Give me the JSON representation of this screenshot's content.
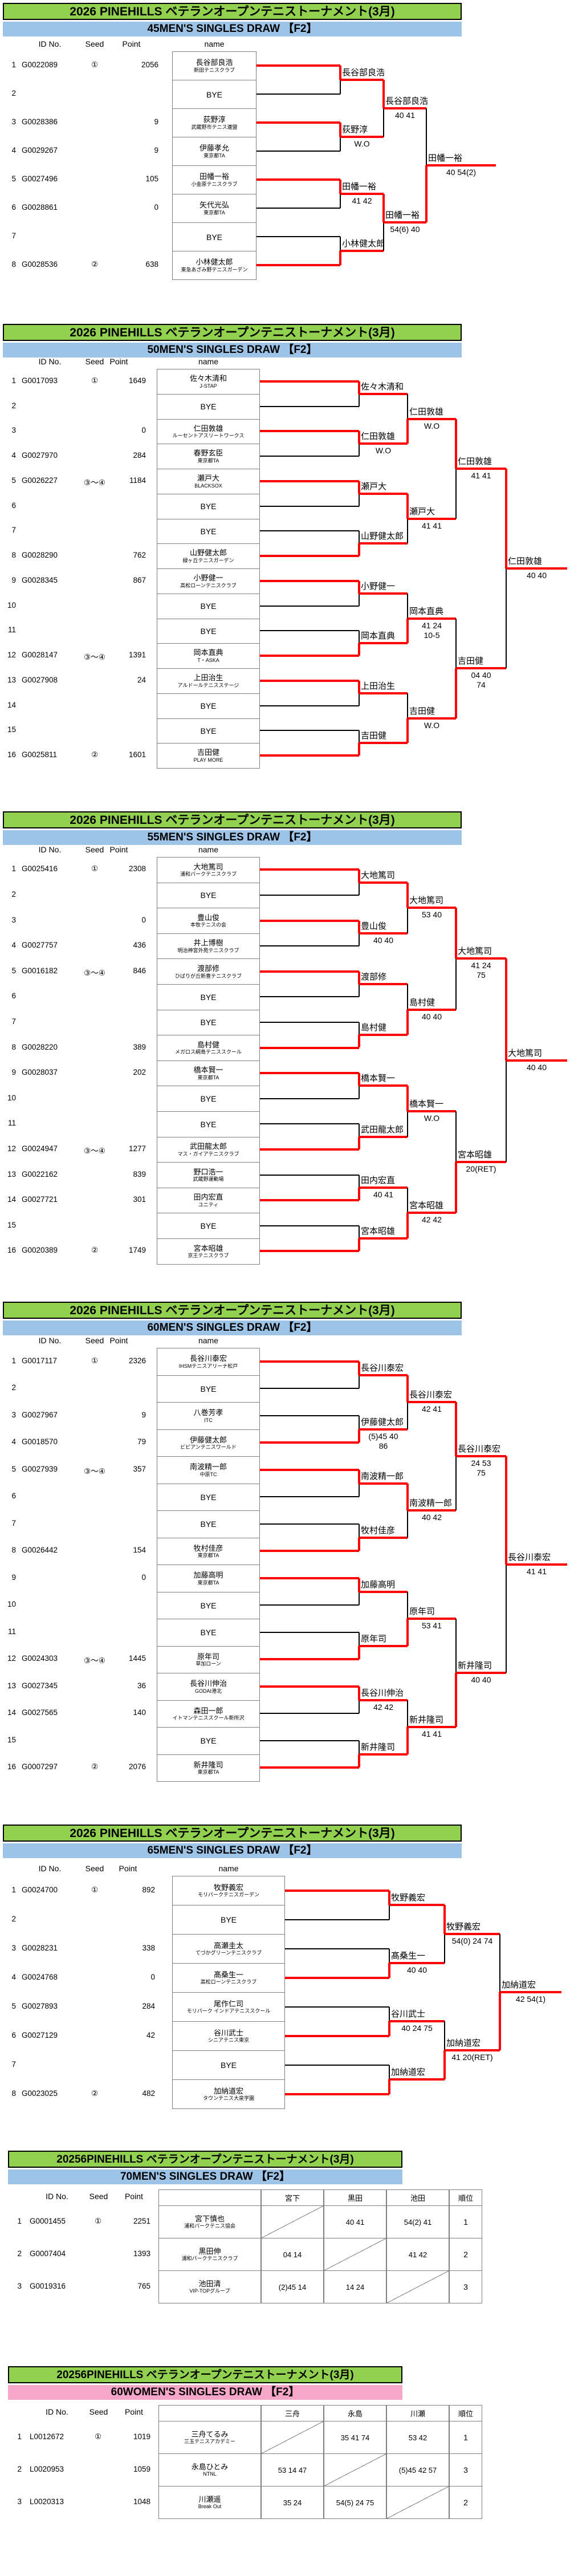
{
  "tournament": {
    "title_2026": "2026 PINEHILLS ベテランオープンテニストーナメント(3月)",
    "title_2025": "20256PINEHILLS ベテランオープンテニストーナメント(3月)"
  },
  "columns": {
    "id": "ID No.",
    "seed": "Seed",
    "point": "Point",
    "name": "name",
    "rank": "順位"
  },
  "colors": {
    "green": "#92D050",
    "blue": "#9DC3E6",
    "pink": "#F6A7C8",
    "red": "#FF0000"
  },
  "sections": [
    {
      "key": "m45",
      "kind": "bracket",
      "title_ref": "2026",
      "subtitle": "45MEN'S SINGLES DRAW 【F2】",
      "accent": "blue",
      "slots": [
        {
          "no": "1",
          "id": "G0022089",
          "seed": "①",
          "point": "2056",
          "name": "長谷部良浩",
          "club": "新田テニスクラブ"
        },
        {
          "no": "2",
          "id": "",
          "seed": "",
          "point": "",
          "name": "BYE",
          "club": ""
        },
        {
          "no": "3",
          "id": "G0028386",
          "seed": "",
          "point": "9",
          "name": "荻野淳",
          "club": "武蔵野市テニス連盟"
        },
        {
          "no": "4",
          "id": "G0029267",
          "seed": "",
          "point": "9",
          "name": "伊藤孝允",
          "club": "東京都TA"
        },
        {
          "no": "5",
          "id": "G0027496",
          "seed": "",
          "point": "105",
          "name": "田幡一裕",
          "club": "小金原テニスクラブ"
        },
        {
          "no": "6",
          "id": "G0028861",
          "seed": "",
          "point": "0",
          "name": "矢代光弘",
          "club": "東京都TA"
        },
        {
          "no": "7",
          "id": "",
          "seed": "",
          "point": "",
          "name": "BYE",
          "club": ""
        },
        {
          "no": "8",
          "id": "G0028536",
          "seed": "②",
          "point": "638",
          "name": "小林健太郎",
          "club": "東急あざみ野テニスガーデン"
        }
      ],
      "rounds": [
        [
          {
            "w": "長谷部良浩",
            "s": ""
          },
          {
            "w": "荻野淳",
            "s": "W.O"
          },
          {
            "w": "田幡一裕",
            "s": "41 42"
          },
          {
            "w": "小林健太郎",
            "s": ""
          }
        ],
        [
          {
            "w": "長谷部良浩",
            "s": "40 41"
          },
          {
            "w": "田幡一裕",
            "s": "54(6) 40"
          }
        ],
        [
          {
            "w": "田幡一裕",
            "s": "40 54(2)"
          }
        ]
      ]
    },
    {
      "key": "m50",
      "kind": "bracket",
      "title_ref": "2026",
      "subtitle": "50MEN'S SINGLES DRAW 【F2】",
      "accent": "blue",
      "slots": [
        {
          "no": "1",
          "id": "G0017093",
          "seed": "①",
          "point": "1649",
          "name": "佐々木清和",
          "club": "J-STAP"
        },
        {
          "no": "2",
          "id": "",
          "seed": "",
          "point": "",
          "name": "BYE",
          "club": ""
        },
        {
          "no": "3",
          "id": "",
          "seed": "",
          "point": "0",
          "name": "仁田敦雄",
          "club": "ルーセントアスリートワークス"
        },
        {
          "no": "4",
          "id": "G0027970",
          "seed": "",
          "point": "284",
          "name": "春野玄臣",
          "club": "東京都TA"
        },
        {
          "no": "5",
          "id": "G0026227",
          "seed": "③～④",
          "point": "1184",
          "name": "瀬戸大",
          "club": "BLACKSOX"
        },
        {
          "no": "6",
          "id": "",
          "seed": "",
          "point": "",
          "name": "BYE",
          "club": ""
        },
        {
          "no": "7",
          "id": "",
          "seed": "",
          "point": "",
          "name": "BYE",
          "club": ""
        },
        {
          "no": "8",
          "id": "G0028290",
          "seed": "",
          "point": "762",
          "name": "山野健太郎",
          "club": "緑ヶ丘テニスガーデン"
        },
        {
          "no": "9",
          "id": "G0028345",
          "seed": "",
          "point": "867",
          "name": "小野健一",
          "club": "高松ローンテニスクラブ"
        },
        {
          "no": "10",
          "id": "",
          "seed": "",
          "point": "",
          "name": "BYE",
          "club": ""
        },
        {
          "no": "11",
          "id": "",
          "seed": "",
          "point": "",
          "name": "BYE",
          "club": ""
        },
        {
          "no": "12",
          "id": "G0028147",
          "seed": "③～④",
          "point": "1391",
          "name": "岡本直典",
          "club": "T・ASKA"
        },
        {
          "no": "13",
          "id": "G0027908",
          "seed": "",
          "point": "24",
          "name": "上田治生",
          "club": "アルドールテニスステージ"
        },
        {
          "no": "14",
          "id": "",
          "seed": "",
          "point": "",
          "name": "BYE",
          "club": ""
        },
        {
          "no": "15",
          "id": "",
          "seed": "",
          "point": "",
          "name": "BYE",
          "club": ""
        },
        {
          "no": "16",
          "id": "G0025811",
          "seed": "②",
          "point": "1601",
          "name": "吉田健",
          "club": "PLAY MORE"
        }
      ],
      "rounds": [
        [
          {
            "w": "佐々木清和",
            "s": ""
          },
          {
            "w": "仁田敦雄",
            "s": "W.O"
          },
          {
            "w": "瀬戸大",
            "s": ""
          },
          {
            "w": "山野健太郎",
            "s": ""
          },
          {
            "w": "小野健一",
            "s": ""
          },
          {
            "w": "岡本直典",
            "s": ""
          },
          {
            "w": "上田治生",
            "s": ""
          },
          {
            "w": "吉田健",
            "s": ""
          }
        ],
        [
          {
            "w": "仁田敦雄",
            "s": "W.O"
          },
          {
            "w": "瀬戸大",
            "s": "41 41"
          },
          {
            "w": "岡本直典",
            "s": "41 24\n10-5"
          },
          {
            "w": "吉田健",
            "s": "W.O"
          }
        ],
        [
          {
            "w": "仁田敦雄",
            "s": "41 41"
          },
          {
            "w": "吉田健",
            "s": "04  40\n74"
          }
        ],
        [
          {
            "w": "仁田敦雄",
            "s": "40 40"
          }
        ]
      ]
    },
    {
      "key": "m55",
      "kind": "bracket",
      "title_ref": "2026",
      "subtitle": "55MEN'S SINGLES DRAW 【F2】",
      "accent": "blue",
      "slots": [
        {
          "no": "1",
          "id": "G0025416",
          "seed": "①",
          "point": "2308",
          "name": "大地篤司",
          "club": "浦和パークテニスクラブ"
        },
        {
          "no": "2",
          "id": "",
          "seed": "",
          "point": "",
          "name": "BYE",
          "club": ""
        },
        {
          "no": "3",
          "id": "",
          "seed": "",
          "point": "0",
          "name": "豊山俊",
          "club": "本牧テニスの会"
        },
        {
          "no": "4",
          "id": "G0027757",
          "seed": "",
          "point": "436",
          "name": "井上博樹",
          "club": "明治神宮外苑テニスクラブ"
        },
        {
          "no": "5",
          "id": "G0016182",
          "seed": "③～④",
          "point": "846",
          "name": "渡部修",
          "club": "ひばりが丘新豊テニスクラブ"
        },
        {
          "no": "6",
          "id": "",
          "seed": "",
          "point": "",
          "name": "BYE",
          "club": ""
        },
        {
          "no": "7",
          "id": "",
          "seed": "",
          "point": "",
          "name": "BYE",
          "club": ""
        },
        {
          "no": "8",
          "id": "G0028220",
          "seed": "",
          "point": "389",
          "name": "島村健",
          "club": "メガロス綱島テニススクール"
        },
        {
          "no": "9",
          "id": "G0028037",
          "seed": "",
          "point": "202",
          "name": "橋本賢一",
          "club": "東京都TA"
        },
        {
          "no": "10",
          "id": "",
          "seed": "",
          "point": "",
          "name": "BYE",
          "club": ""
        },
        {
          "no": "11",
          "id": "",
          "seed": "",
          "point": "",
          "name": "BYE",
          "club": ""
        },
        {
          "no": "12",
          "id": "G0024947",
          "seed": "③～④",
          "point": "1277",
          "name": "武田龍太郎",
          "club": "マス・ガイアテニスクラブ"
        },
        {
          "no": "13",
          "id": "G0022162",
          "seed": "",
          "point": "839",
          "name": "野口浩一",
          "club": "武蔵野運動場"
        },
        {
          "no": "14",
          "id": "G0027721",
          "seed": "",
          "point": "301",
          "name": "田内宏直",
          "club": "ユニティ"
        },
        {
          "no": "15",
          "id": "",
          "seed": "",
          "point": "",
          "name": "BYE",
          "club": ""
        },
        {
          "no": "16",
          "id": "G0020389",
          "seed": "②",
          "point": "1749",
          "name": "宮本昭雄",
          "club": "京王テニスクラブ"
        }
      ],
      "rounds": [
        [
          {
            "w": "大地篤司",
            "s": ""
          },
          {
            "w": "豊山俊",
            "s": "40 40"
          },
          {
            "w": "渡部修",
            "s": ""
          },
          {
            "w": "島村健",
            "s": ""
          },
          {
            "w": "橋本賢一",
            "s": ""
          },
          {
            "w": "武田龍太郎",
            "s": ""
          },
          {
            "w": "田内宏直",
            "s": "40 41"
          },
          {
            "w": "宮本昭雄",
            "s": ""
          }
        ],
        [
          {
            "w": "大地篤司",
            "s": "53 40"
          },
          {
            "w": "島村健",
            "s": "40 40"
          },
          {
            "w": "橋本賢一",
            "s": "W.O"
          },
          {
            "w": "宮本昭雄",
            "s": "42 42"
          }
        ],
        [
          {
            "w": "大地篤司",
            "s": "41 24\n75"
          },
          {
            "w": "宮本昭雄",
            "s": "20(RET)"
          }
        ],
        [
          {
            "w": "大地篤司",
            "s": "40 40"
          }
        ]
      ]
    },
    {
      "key": "m60",
      "kind": "bracket",
      "title_ref": "2026",
      "subtitle": "60MEN'S SINGLES DRAW 【F2】",
      "accent": "blue",
      "slots": [
        {
          "no": "1",
          "id": "G0017117",
          "seed": "①",
          "point": "2326",
          "name": "長谷川泰宏",
          "club": "IHSMテニスアリーナ松戸"
        },
        {
          "no": "2",
          "id": "",
          "seed": "",
          "point": "",
          "name": "BYE",
          "club": ""
        },
        {
          "no": "3",
          "id": "G0027967",
          "seed": "",
          "point": "9",
          "name": "八巻芳孝",
          "club": "ITC"
        },
        {
          "no": "4",
          "id": "G0018570",
          "seed": "",
          "point": "79",
          "name": "伊藤健太郎",
          "club": "ビビアンテニスワールド"
        },
        {
          "no": "5",
          "id": "G0027939",
          "seed": "③～④",
          "point": "357",
          "name": "南波精一郎",
          "club": "中原TC"
        },
        {
          "no": "6",
          "id": "",
          "seed": "",
          "point": "",
          "name": "BYE",
          "club": ""
        },
        {
          "no": "7",
          "id": "",
          "seed": "",
          "point": "",
          "name": "BYE",
          "club": ""
        },
        {
          "no": "8",
          "id": "G0026442",
          "seed": "",
          "point": "154",
          "name": "牧村佳彦",
          "club": "東京都TA"
        },
        {
          "no": "9",
          "id": "",
          "seed": "",
          "point": "0",
          "name": "加藤高明",
          "club": "東京都TA"
        },
        {
          "no": "10",
          "id": "",
          "seed": "",
          "point": "",
          "name": "BYE",
          "club": ""
        },
        {
          "no": "11",
          "id": "",
          "seed": "",
          "point": "",
          "name": "BYE",
          "club": ""
        },
        {
          "no": "12",
          "id": "G0024303",
          "seed": "③～④",
          "point": "1445",
          "name": "原年司",
          "club": "草加ローン"
        },
        {
          "no": "13",
          "id": "G0027345",
          "seed": "",
          "point": "36",
          "name": "長谷川伸治",
          "club": "GODAI港北"
        },
        {
          "no": "14",
          "id": "G0027565",
          "seed": "",
          "point": "140",
          "name": "森田一郎",
          "club": "イトマンテニススクール新所沢"
        },
        {
          "no": "15",
          "id": "",
          "seed": "",
          "point": "",
          "name": "BYE",
          "club": ""
        },
        {
          "no": "16",
          "id": "G0007297",
          "seed": "②",
          "point": "2076",
          "name": "新井隆司",
          "club": "東京都TA"
        }
      ],
      "rounds": [
        [
          {
            "w": "長谷川泰宏",
            "s": ""
          },
          {
            "w": "伊藤健太郎",
            "s": "(5)45  40\n86"
          },
          {
            "w": "南波精一郎",
            "s": ""
          },
          {
            "w": "牧村佳彦",
            "s": ""
          },
          {
            "w": "加藤高明",
            "s": ""
          },
          {
            "w": "原年司",
            "s": ""
          },
          {
            "w": "長谷川伸治",
            "s": "42 42"
          },
          {
            "w": "新井隆司",
            "s": ""
          }
        ],
        [
          {
            "w": "長谷川泰宏",
            "s": "42 41"
          },
          {
            "w": "南波精一郎",
            "s": "40 42"
          },
          {
            "w": "原年司",
            "s": "53 41"
          },
          {
            "w": "新井隆司",
            "s": "41 41"
          }
        ],
        [
          {
            "w": "長谷川泰宏",
            "s": "24 53\n75"
          },
          {
            "w": "新井隆司",
            "s": "40 40"
          }
        ],
        [
          {
            "w": "長谷川泰宏",
            "s": "41 41"
          }
        ]
      ]
    },
    {
      "key": "m65",
      "kind": "bracket",
      "title_ref": "2026",
      "subtitle": "65MEN'S SINGLES DRAW 【F2】",
      "accent": "blue",
      "slots": [
        {
          "no": "1",
          "id": "G0024700",
          "seed": "①",
          "point": "892",
          "name": "牧野義宏",
          "club": "モリパークテニスガーデン"
        },
        {
          "no": "2",
          "id": "",
          "seed": "",
          "point": "",
          "name": "BYE",
          "club": ""
        },
        {
          "no": "3",
          "id": "G0028231",
          "seed": "",
          "point": "338",
          "name": "高瀬圭太",
          "club": "てづかグリーンテニスクラブ"
        },
        {
          "no": "4",
          "id": "G0024768",
          "seed": "",
          "point": "0",
          "name": "髙桑生一",
          "club": "高松ローンテニスクラブ"
        },
        {
          "no": "5",
          "id": "G0027893",
          "seed": "",
          "point": "284",
          "name": "尾作仁司",
          "club": "モリパーク インドアテニススクール"
        },
        {
          "no": "6",
          "id": "G0027129",
          "seed": "",
          "point": "42",
          "name": "谷川武士",
          "club": "シニアテニス東京"
        },
        {
          "no": "7",
          "id": "",
          "seed": "",
          "point": "",
          "name": "BYE",
          "club": ""
        },
        {
          "no": "8",
          "id": "G0023025",
          "seed": "②",
          "point": "482",
          "name": "加納道宏",
          "club": "タウンテニス大泉学園"
        }
      ],
      "rounds": [
        [
          {
            "w": "牧野義宏",
            "s": ""
          },
          {
            "w": "髙桑生一",
            "s": "40 40"
          },
          {
            "w": "谷川武士",
            "s": "40 24 75"
          },
          {
            "w": "加納道宏",
            "s": ""
          }
        ],
        [
          {
            "w": "牧野義宏",
            "s": "54(0) 24 74"
          },
          {
            "w": "加納道宏",
            "s": "41  20(RET)"
          }
        ],
        [
          {
            "w": "加納道宏",
            "s": "42 54(1)"
          }
        ]
      ]
    },
    {
      "key": "m70",
      "kind": "roundrobin",
      "title_ref": "2025",
      "subtitle": "70MEN'S SINGLES DRAW 【F2】",
      "accent": "blue",
      "opp_headers": [
        "宮下",
        "黒田",
        "池田"
      ],
      "rows": [
        {
          "no": "1",
          "id": "G0001455",
          "seed": "①",
          "point": "2251",
          "name": "宮下慎也",
          "club": "浦和パークテニス協会",
          "cells": [
            "",
            "40 41",
            "54(2) 41"
          ],
          "rank": "1"
        },
        {
          "no": "2",
          "id": "G0007404",
          "seed": "",
          "point": "1393",
          "name": "黒田伸",
          "club": "浦和パークテニスクラブ",
          "cells": [
            "04 14",
            "",
            "41 42"
          ],
          "rank": "2"
        },
        {
          "no": "3",
          "id": "G0019316",
          "seed": "",
          "point": "765",
          "name": "池田清",
          "club": "VIP-TOPグループ",
          "cells": [
            "(2)45 14",
            "14 24",
            ""
          ],
          "rank": "3"
        }
      ]
    },
    {
      "key": "w60",
      "kind": "roundrobin",
      "title_ref": "2025",
      "subtitle": "60WOMEN'S SINGLES DRAW 【F2】",
      "accent": "pink",
      "opp_headers": [
        "三舟",
        "永島",
        "川瀬"
      ],
      "rows": [
        {
          "no": "1",
          "id": "L0012672",
          "seed": "①",
          "point": "1019",
          "name": "三舟てるみ",
          "club": "三玉テニスアカデミー",
          "cells": [
            "",
            "35 41 74",
            "53 42"
          ],
          "rank": "1"
        },
        {
          "no": "2",
          "id": "L0020953",
          "seed": "",
          "point": "1059",
          "name": "永島ひとみ",
          "club": "NTNL",
          "cells": [
            "53 14 47",
            "",
            "(5)45 42 57"
          ],
          "rank": "3"
        },
        {
          "no": "3",
          "id": "L0020313",
          "seed": "",
          "point": "1048",
          "name": "川瀬遥",
          "club": "Break Out",
          "cells": [
            "35 24",
            "54(5) 24 75",
            ""
          ],
          "rank": "2"
        }
      ]
    }
  ]
}
